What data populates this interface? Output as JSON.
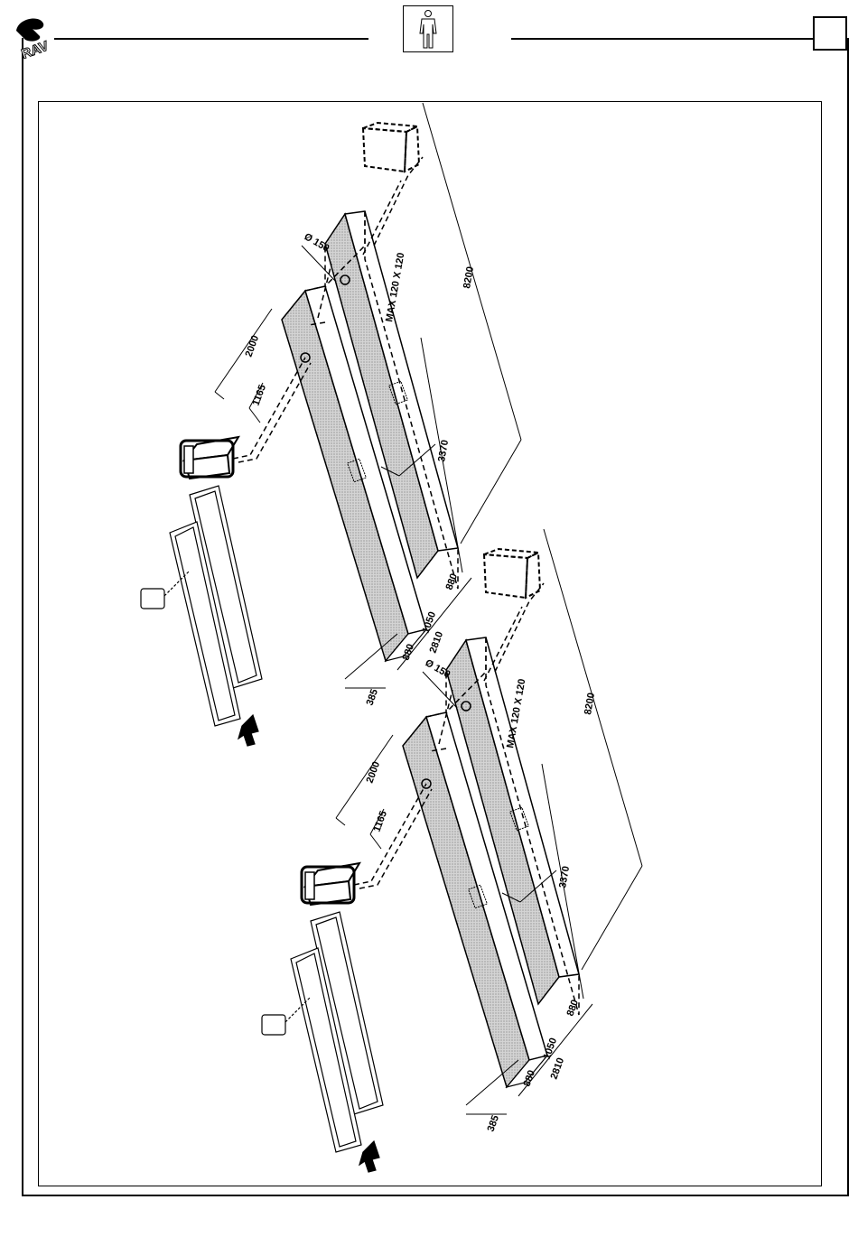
{
  "header": {
    "logo_icon": "rav-logo-icon",
    "person_icon": "person-standing-icon",
    "page_box": ""
  },
  "layouts": [
    {
      "dims": {
        "length": "8200",
        "pit_span": "3370",
        "pipe_diameter": "Ø 150",
        "channel": "MAX 120 X 120",
        "control_offset": "2000",
        "control_offset_short": "1165",
        "pit_width_a": "880",
        "gap": "1050",
        "pit_width_b": "880",
        "overall_width": "2810",
        "edge": "385"
      }
    },
    {
      "dims": {
        "length": "8200",
        "pit_span": "3370",
        "pipe_diameter": "Ø 150",
        "channel": "MAX 120 X 120",
        "control_offset": "2000",
        "control_offset_short": "1165",
        "pit_width_a": "880",
        "gap": "1050",
        "pit_width_b": "880",
        "overall_width": "2810",
        "edge": "385"
      }
    }
  ],
  "colors": {
    "line": "#000000",
    "hatch": "#bdbdbd"
  }
}
